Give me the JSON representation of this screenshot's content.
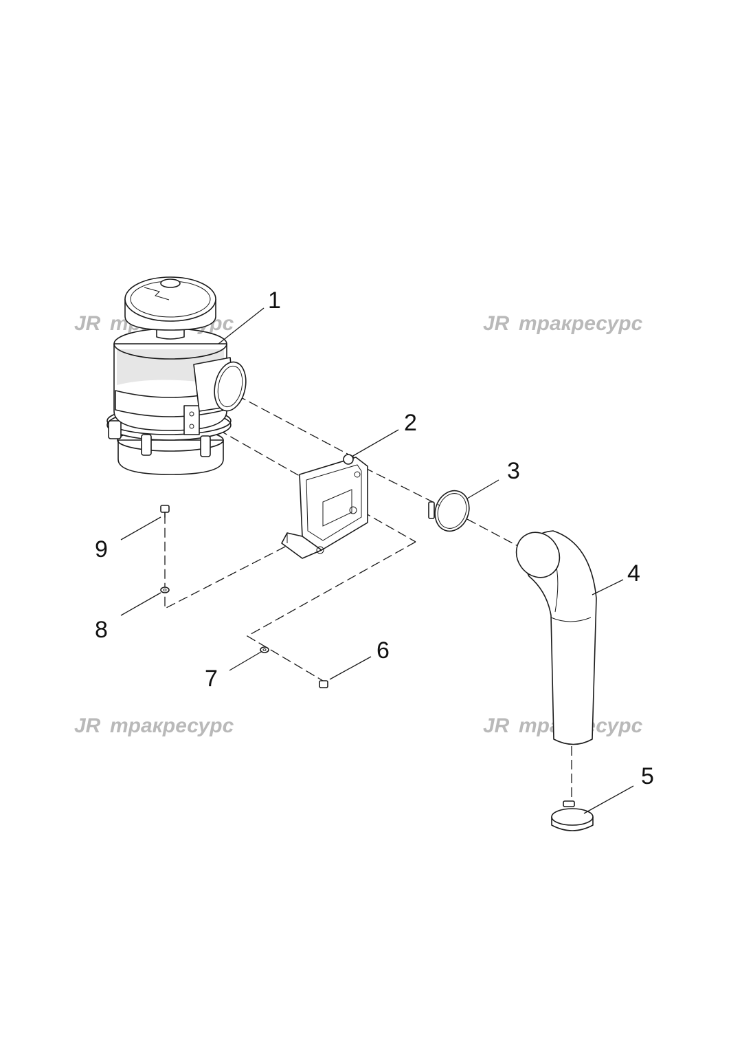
{
  "watermarks": [
    {
      "logo": "JR",
      "text": "тракресурс"
    },
    {
      "logo": "JR",
      "text": "тракресурс"
    },
    {
      "logo": "JR",
      "text": "тракресурс"
    },
    {
      "logo": "JR",
      "text": "тракресурс"
    }
  ],
  "callouts": [
    "1",
    "2",
    "3",
    "4",
    "5",
    "6",
    "7",
    "8",
    "9"
  ],
  "parts": [
    {
      "number": "1",
      "name": "air-filter-housing"
    },
    {
      "number": "2",
      "name": "mounting-bracket"
    },
    {
      "number": "3",
      "name": "hose-clamp"
    },
    {
      "number": "4",
      "name": "intake-elbow-pipe"
    },
    {
      "number": "5",
      "name": "hose-clamp"
    },
    {
      "number": "6",
      "name": "bolt"
    },
    {
      "number": "7",
      "name": "washer"
    },
    {
      "number": "8",
      "name": "washer"
    },
    {
      "number": "9",
      "name": "bolt"
    }
  ]
}
